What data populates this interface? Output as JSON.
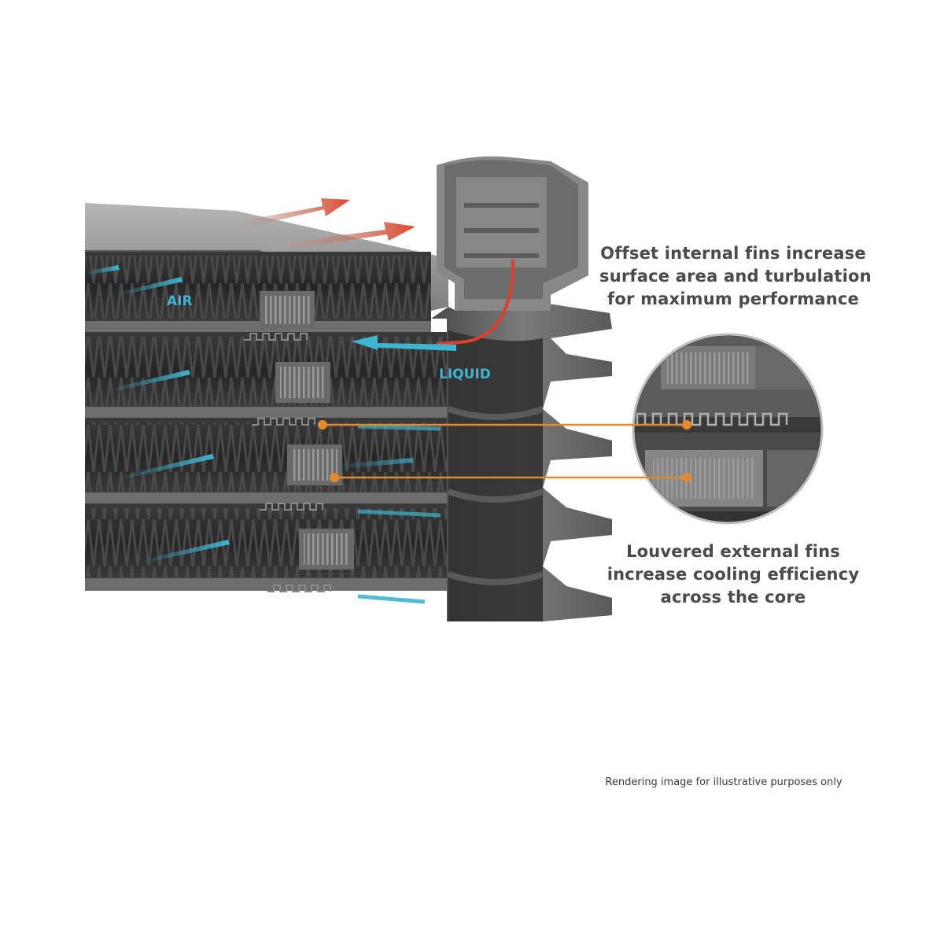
{
  "labels": {
    "air": "AIR",
    "liquid": "LIQUID"
  },
  "callouts": {
    "internal_fins": [
      "Offset internal fins increase",
      "surface area and turbulation",
      "for maximum performance"
    ],
    "external_fins": [
      "Louvered external fins",
      "increase cooling efficiency",
      "across the core"
    ]
  },
  "disclaimer": "Rendering image for illustrative purposes only",
  "colors": {
    "air_arrow": "#3fb4d0",
    "heat_arrow": "#e0452a",
    "leader_line": "#e28a2c",
    "metal_dark": "#2e2e2e",
    "metal_light": "#8c8c8c",
    "text": "#4a4a4a"
  },
  "icons": [
    "air-flow-arrow-icon",
    "heat-flow-arrow-icon",
    "callout-dot-icon"
  ]
}
